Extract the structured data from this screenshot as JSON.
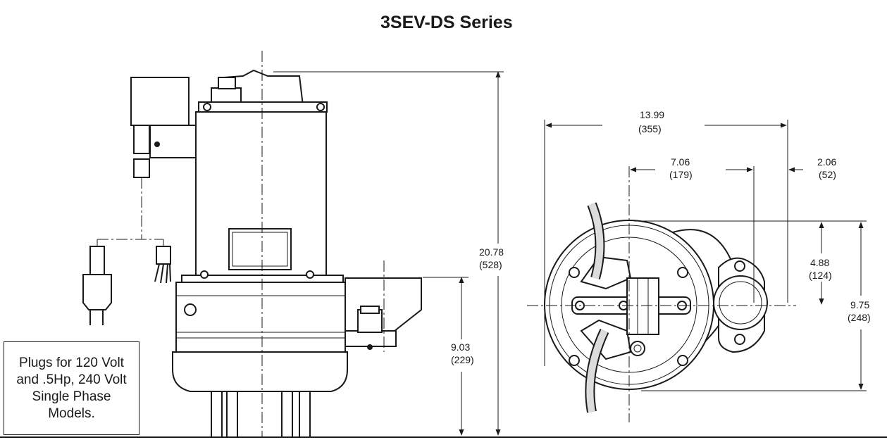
{
  "title": "3SEV-DS Series",
  "note": "Plugs for 120 Volt and .5Hp, 240 Volt Single Phase Models.",
  "dimensions": {
    "overall_height": {
      "in": "20.78",
      "mm": "(528)"
    },
    "discharge_height": {
      "in": "9.03",
      "mm": "(229)"
    },
    "overall_width": {
      "in": "13.99",
      "mm": "(355)"
    },
    "center_to_discharge": {
      "in": "7.06",
      "mm": "(179)"
    },
    "discharge_offset": {
      "in": "2.06",
      "mm": "(52)"
    },
    "half_depth": {
      "in": "4.88",
      "mm": "(124)"
    },
    "overall_depth": {
      "in": "9.75",
      "mm": "(248)"
    }
  },
  "colors": {
    "line": "#1a1a1a",
    "fill": "#ffffff"
  }
}
